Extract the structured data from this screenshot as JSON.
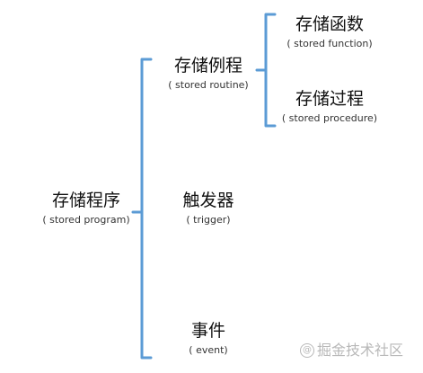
{
  "root": {
    "label": "存储程序",
    "sublabel": "( stored program)"
  },
  "children": [
    {
      "label": "存储例程",
      "sublabel": "( stored routine)"
    },
    {
      "label": "触发器",
      "sublabel": "( trigger)"
    },
    {
      "label": "事件",
      "sublabel": "( event)"
    }
  ],
  "routine_children": [
    {
      "label": "存储函数",
      "sublabel": "( stored function)"
    },
    {
      "label": "存储过程",
      "sublabel": "( stored procedure)"
    }
  ],
  "colors": {
    "bracket": "#5b9bd5",
    "text": "#111111",
    "watermark": "#b8b8b8"
  },
  "watermark": {
    "symbol": "@",
    "text": "掘金技术社区"
  }
}
